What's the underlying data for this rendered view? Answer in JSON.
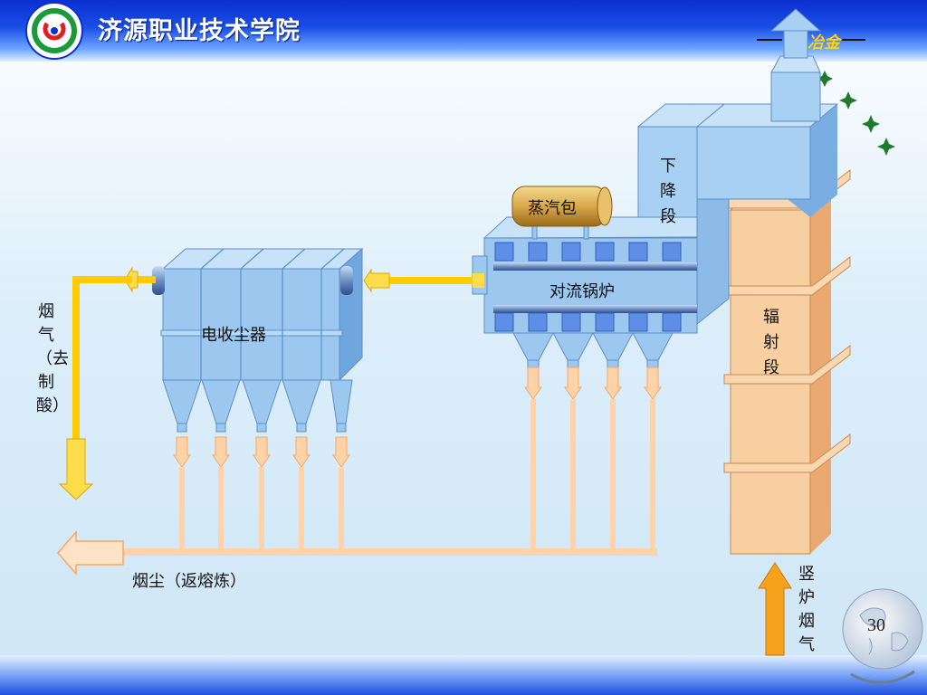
{
  "header": {
    "school_name": "济源职业技术学院",
    "department": "冶金"
  },
  "labels": {
    "steam_drum": "蒸汽包",
    "convection_boiler": "对流锅炉",
    "downcomer_section": "下降段",
    "radiation_section": "辐射段",
    "electrostatic_precipitator": "电收尘器",
    "flue_gas_to_acid": "烟气（去制酸）",
    "dust_return": "烟尘（返熔炼）",
    "shaft_furnace_gas": "竖炉烟气"
  },
  "page_number": "30",
  "colors": {
    "equipment_blue": "#9cc8ef",
    "equipment_dark": "#6fa6de",
    "riser_tan": "#f7cfa0",
    "gas_arrow_yellow": "#ffcc00",
    "dust_pipe_peach": "#ffd2a8",
    "furnace_arrow_orange": "#f7a21b",
    "steam_drum_gold": "#d9a84a",
    "header_blue": "#1b4fe6"
  },
  "icons": [
    "school-logo-icon",
    "globe-icon",
    "sparkle-icon"
  ]
}
